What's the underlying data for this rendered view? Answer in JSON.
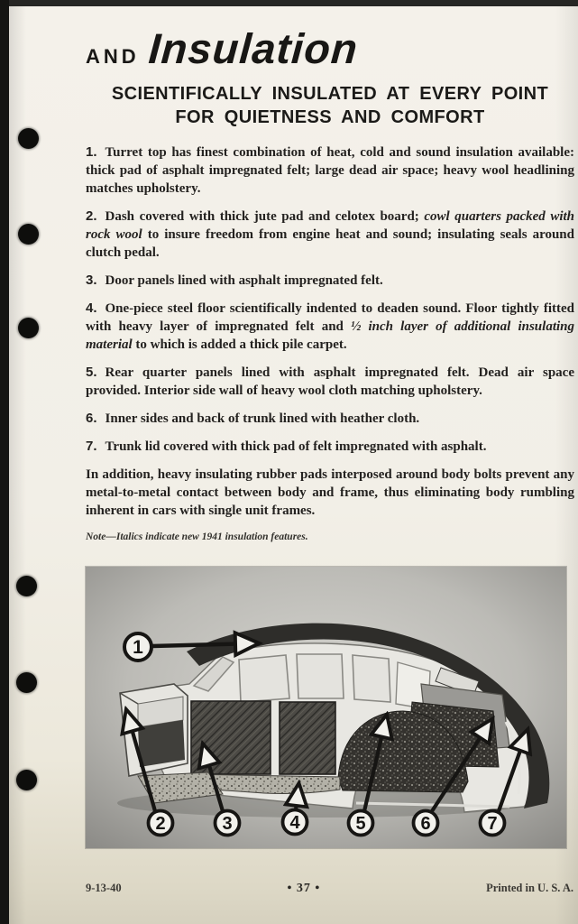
{
  "header": {
    "kicker": "AND",
    "title": "Insulation",
    "subtitle_line1": "SCIENTIFICALLY INSULATED AT EVERY POINT",
    "subtitle_line2": "FOR QUIETNESS AND COMFORT"
  },
  "items": [
    {
      "num": "1.",
      "pre": "Turret top has finest combination of heat, cold and sound insulation available: thick pad of asphalt impregnated felt; large dead air space; heavy wool headlining matches upholstery.",
      "italic": "",
      "post": ""
    },
    {
      "num": "2.",
      "pre": "Dash covered with thick jute pad and celotex board; ",
      "italic": "cowl quarters packed with rock wool",
      "post": " to insure freedom from engine heat and sound; insulating seals around clutch pedal."
    },
    {
      "num": "3.",
      "pre": "Door panels lined with asphalt impregnated felt.",
      "italic": "",
      "post": ""
    },
    {
      "num": "4.",
      "pre": "One-piece steel floor scientifically indented to deaden sound. Floor tightly fitted with heavy layer of impregnated felt and ",
      "italic": "½ inch layer of additional insulating material",
      "post": " to which is added a thick pile carpet."
    },
    {
      "num": "5.",
      "pre": "Rear quarter panels lined with asphalt impregnated felt. Dead air space provided. Interior side wall of heavy wool cloth matching upholstery.",
      "italic": "",
      "post": ""
    },
    {
      "num": "6.",
      "pre": "Inner sides and back of trunk lined with heather cloth.",
      "italic": "",
      "post": ""
    },
    {
      "num": "7.",
      "pre": "Trunk lid covered with thick pad of felt impregnated with asphalt.",
      "italic": "",
      "post": ""
    }
  ],
  "closing": "In addition, heavy insulating rubber pads interposed around body bolts prevent any metal-to-metal contact between body and frame, thus eliminating body rumbling inherent in cars with single unit frames.",
  "note": "Note—Italics indicate new 1941 insulation features.",
  "figure": {
    "callouts": [
      "1",
      "2",
      "3",
      "4",
      "5",
      "6",
      "7"
    ]
  },
  "footer": {
    "left": "9-13-40",
    "center": "• 37 •",
    "right": "Printed in U. S. A."
  },
  "colors": {
    "paper": "#f2efe7",
    "ink": "#242220",
    "photo_background": "#c0bfba",
    "dark_insulation": "#2e2d2a"
  }
}
